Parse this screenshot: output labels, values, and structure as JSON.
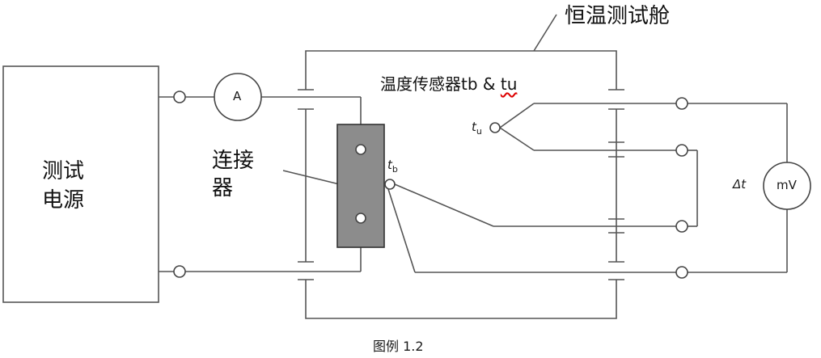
{
  "title": "恒温测试舱",
  "power_source": {
    "line1": "测试",
    "line2": "电源"
  },
  "connector": {
    "line1": "连接",
    "line2": "器"
  },
  "sensor_label": {
    "text": "温度传感器tb & ",
    "underlined": "tu"
  },
  "symbols": {
    "ammeter": "A",
    "millivoltmeter": "mV",
    "delta_t": "Δt",
    "tu_base": "t",
    "tu_sub": "u",
    "tb_base": "t",
    "tb_sub": "b"
  },
  "caption": "图例 1.2",
  "colors": {
    "line": "#555555",
    "connector_fill": "#8c8c8c",
    "connector_stroke": "#333333",
    "underline": "#dd0000"
  }
}
